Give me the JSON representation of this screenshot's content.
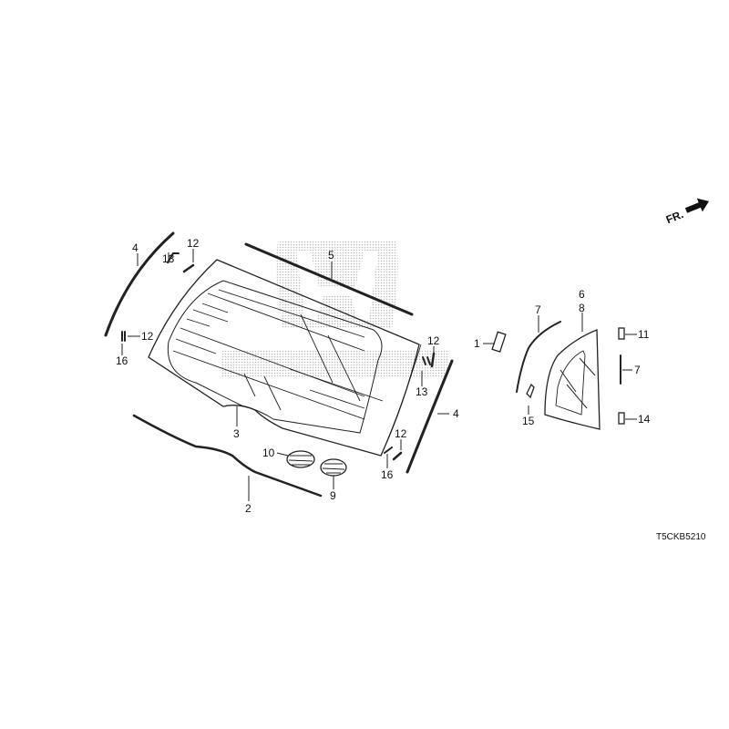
{
  "diagram": {
    "title": "Rear windshield / quarter glass parts diagram",
    "callouts": [
      "1",
      "2",
      "3",
      "4",
      "4",
      "5",
      "6",
      "8",
      "7",
      "7",
      "9",
      "10",
      "11",
      "12",
      "12",
      "12",
      "12",
      "13",
      "13",
      "14",
      "15",
      "16",
      "16"
    ],
    "direction_label": "FR.",
    "diagram_code": "T5CKB5210",
    "watermark": "HONDA",
    "colors": {
      "line": "#222222",
      "watermark": "#bbbbbb"
    }
  }
}
